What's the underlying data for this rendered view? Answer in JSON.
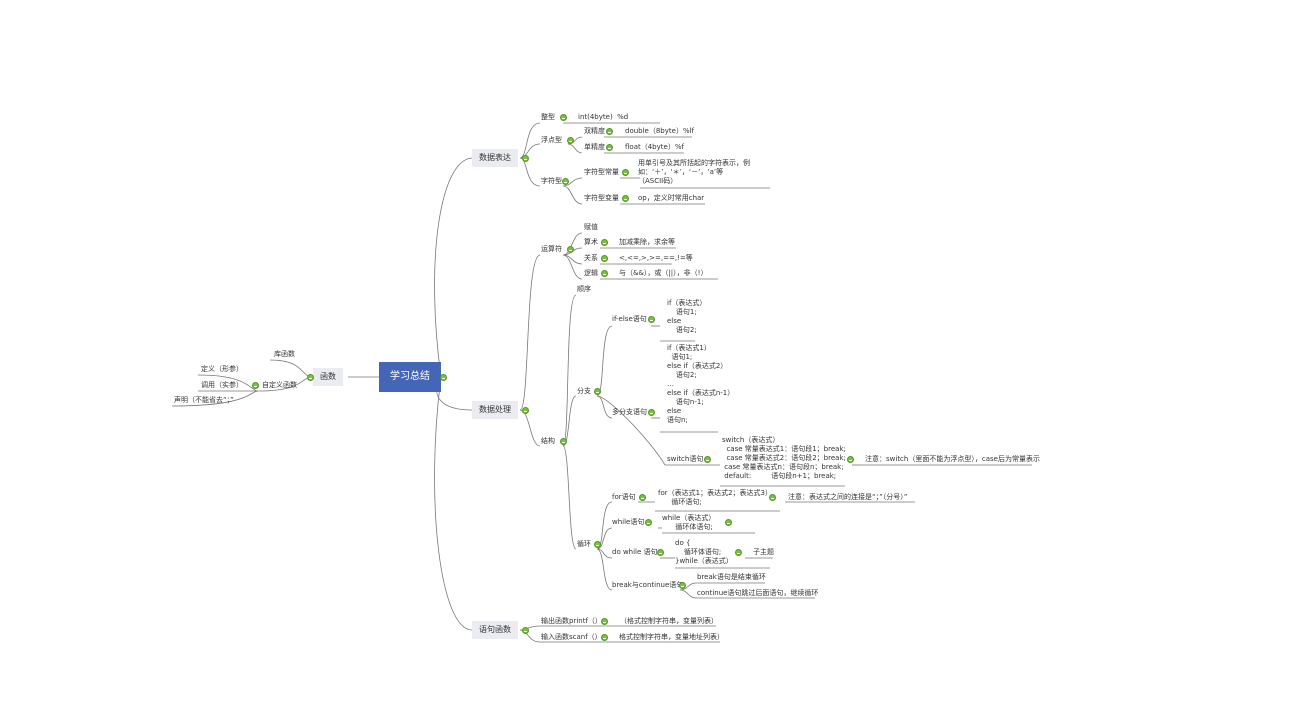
{
  "root": {
    "label": "学习总结"
  },
  "branches": {
    "functions": {
      "label": "函数",
      "builtin": "库函数",
      "custom": "自定义函数",
      "custom_items": [
        "定义（形参）",
        "调用（实参）",
        "声明（不能省去“；”"
      ]
    },
    "data_expression": {
      "label": "数据表达",
      "int": {
        "label": "整型",
        "desc": "int(4byte)  %d"
      },
      "float_type": {
        "label": "浮点型",
        "double": {
          "label": "双精度",
          "desc": "double（8byte）%lf"
        },
        "single": {
          "label": "单精度",
          "desc": "float（4byte）%f"
        }
      },
      "char_type": {
        "label": "字符型",
        "constant": {
          "label": "字符型常量",
          "desc": "用单引号及其所括起的字符表示，例\n如：‘＋’，‘＊’，‘－’，‘a’等\n（ASCII码）"
        },
        "variable": {
          "label": "字符型变量",
          "desc": "op，定义时常用char"
        }
      }
    },
    "data_processing": {
      "label": "数据处理",
      "operators": {
        "label": "运算符",
        "assign": "赋值",
        "arith": {
          "label": "算术",
          "desc": "加减乘除，求余等"
        },
        "relation": {
          "label": "关系",
          "desc": "<,<=,>,>=,==,!=等"
        },
        "logic": {
          "label": "逻辑",
          "desc": "与（&&），或（||），非（!）"
        }
      },
      "structure": {
        "label": "结构",
        "sequence": "顺序",
        "branch": {
          "label": "分支",
          "ifelse": {
            "label": "if-else语句",
            "code": "if（表达式）\n    语句1;\nelse\n    语句2;"
          },
          "multi": {
            "label": "多分支语句",
            "code": "if（表达式1）\n  语句1;\nelse if（表达式2）\n    语句2;\n…\nelse if（表达式n-1）\n    语句n-1;\nelse\n语句n;"
          },
          "switch": {
            "label": "switch语句",
            "code": "switch（表达式）\n  case 常量表达式1：语句段1；break;\n  case 常量表达式2：语句段2；break;\n case 常量表达式n：语句段n；break;\n default:         语句段n+1；break;",
            "note": "注意：switch（里面不能为浮点型），case后为常量表示"
          }
        },
        "loop": {
          "label": "循环",
          "for": {
            "label": "for语句",
            "code": "for（表达式1；表达式2；表达式3）\n      循环语句;",
            "note": "注意：表达式之间的连接是“；”（分号）”"
          },
          "while": {
            "label": "while语句",
            "code": "while（表达式）\n      循环体语句;"
          },
          "dowhile": {
            "label": "do while 语句",
            "code": "do {\n    循环体语句;\n}while（表达式）",
            "note": "子主题"
          },
          "breakcontinue": {
            "label": "break与continue语句",
            "break_desc": "break语句是结束循环",
            "continue_desc": "continue语句跳过后面语句，继续循环"
          }
        }
      }
    },
    "io_functions": {
      "label": "语句函数",
      "printf": {
        "label": "输出函数printf（）",
        "desc": "（格式控制字符串，变量列表）"
      },
      "scanf": {
        "label": "输入函数scanf（）",
        "desc": "格式控制字符串，变量地址列表）"
      }
    }
  },
  "colors": {
    "root_fill": "#4565b6",
    "topic_fill": "#eaecf2",
    "line": "#666666",
    "toggle": "#7fbf3f"
  }
}
